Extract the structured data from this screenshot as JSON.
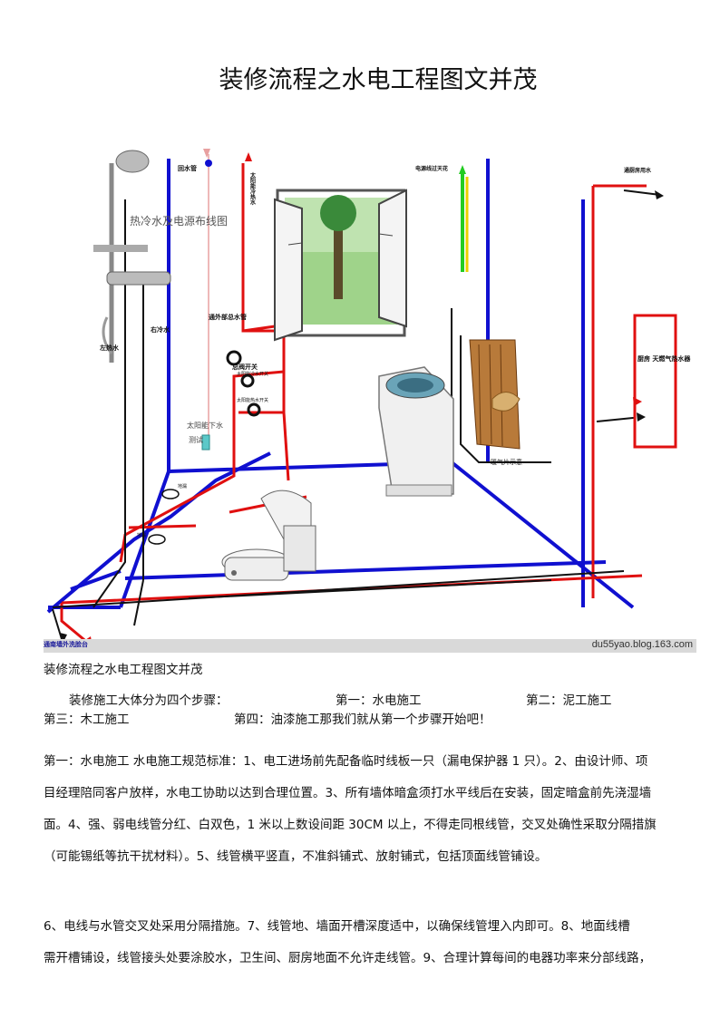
{
  "title": "装修流程之水电工程图文并茂",
  "figure": {
    "labels": {
      "diagram_caption": "热冷水及电源布线图",
      "left_hot": "左热水",
      "right_cold": "右冷水",
      "return_pipe": "回水管",
      "heater_pipe": "太阳能冷热水",
      "outside_main": "通外部总水管",
      "main_switch": "总阀开关",
      "solar_cold_switch": "太阳能冷水开关",
      "solar_hot_switch": "太阳能热水开关",
      "solar_drain": "太阳能下水",
      "test": "测试",
      "floor_drain_1": "地漏",
      "floor_drain_2": "地漏",
      "power_line": "电源线过天花",
      "to_kitchen": "通厨房用水",
      "gas_heater": "厨房 天燃气热水器",
      "radiator": "暖气片示意",
      "bottom_left": "通南墙外洗脸台",
      "watermark": "du55yao.blog.163.com"
    }
  },
  "subtitle": "装修流程之水电工程图文并茂",
  "steps": {
    "intro": "装修施工大体分为四个步骤：",
    "step1": "第一：水电施工",
    "step2": "第二：泥工施工",
    "step3": "第三：木工施工",
    "step4": "第四：油漆施工那我们就从第一个步骤开始吧！"
  },
  "paragraph1": [
    "第一：水电施工  水电施工规范标准：1、电工进场前先配备临时线板一只（漏电保护器 1 只）。2、由设计师、项",
    "目经理陪同客户放样，水电工协助以达到合理位置。3、所有墙体暗盒须打水平线后在安装，固定暗盒前先浇湿墙",
    "面。4、强、弱电线管分红、白双色，1 米以上数设间距 30CM 以上，不得走同根线管，交叉处确性采取分隔措旗",
    "（可能锡纸等抗干扰材料）。5、线管横平竖直，不准斜铺式、放射铺式，包括顶面线管铺设。"
  ],
  "paragraph2": [
    "    6、电线与水管交叉处采用分隔措施。7、线管地、墙面开槽深度适中，以确保线管埋入内即可。8、地面线槽",
    "需开槽铺设，线管接头处要涂胶水，卫生间、厨房地面不允许走线管。9、合理计算每间的电器功率来分部线路，"
  ],
  "colors": {
    "blue_pipe": "#1010d0",
    "red_pipe": "#e01010",
    "black_line": "#111111",
    "green_line": "#22cc22",
    "yellow_line": "#e8d000"
  }
}
